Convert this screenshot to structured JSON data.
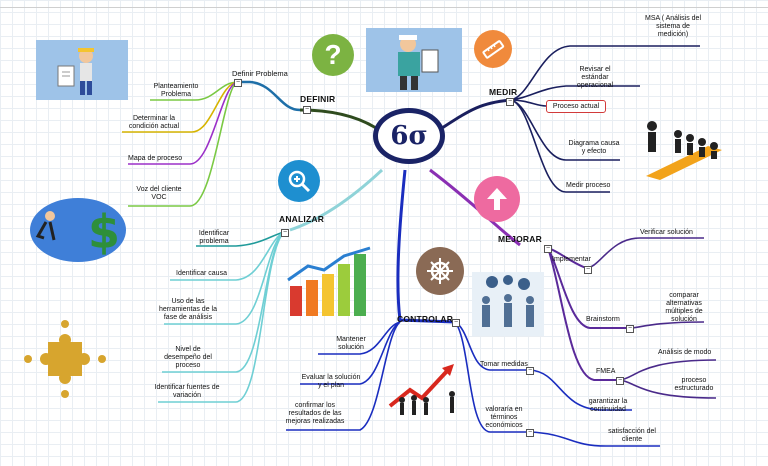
{
  "center": {
    "symbol": "6σ"
  },
  "branches": {
    "definir": {
      "title": "DEFINIR",
      "sub": "Definir Problema",
      "items": [
        "Planteamiento Problema",
        "Determinar la condición actual",
        "Mapa de proceso",
        "Voz del cliente VOC"
      ]
    },
    "analizar": {
      "title": "ANALIZAR",
      "items": [
        "Identificar problema",
        "Identificar causa",
        "Uso de las herramientas de la fase de análisis",
        "Nivel de desempeño del proceso",
        "Identificar fuentes de variación"
      ]
    },
    "controlar": {
      "title": "CONTROLAR",
      "items": [
        "Mantener solución",
        "Evaluar la solución y el plan",
        "confirmar los resultados de las mejoras realizadas",
        "Tomar medidas",
        "garantizar la continuidad",
        "valoraría en términos económicos",
        "satisfacción del cliente"
      ]
    },
    "medir": {
      "title": "MEDIR",
      "items": [
        "MSA ( Análisis del sistema de medición)",
        "Revisar el estándar operacional",
        "Proceso actual",
        "Diagrama causa y efecto",
        "Medir proceso"
      ]
    },
    "mejorar": {
      "title": "MEJORAR",
      "items": [
        "Implementar",
        "Verificar solución",
        "Brainstorm",
        "comparar alternativas múltiples de solución",
        "FMEA",
        "Análisis de modo",
        "proceso estructurado"
      ]
    }
  },
  "icons": {
    "definir": "question-icon",
    "medir": "ruler-icon",
    "analizar": "magnifier-icon",
    "mejorar": "up-arrow-icon",
    "controlar": "ship-wheel-icon"
  },
  "colors": {
    "definir": "#7cb342",
    "medir": "#f08a3c",
    "analizar": "#1e8fd0",
    "mejorar": "#ee6aa0",
    "controlar": "#8a6a55",
    "center": "#1a2366"
  }
}
